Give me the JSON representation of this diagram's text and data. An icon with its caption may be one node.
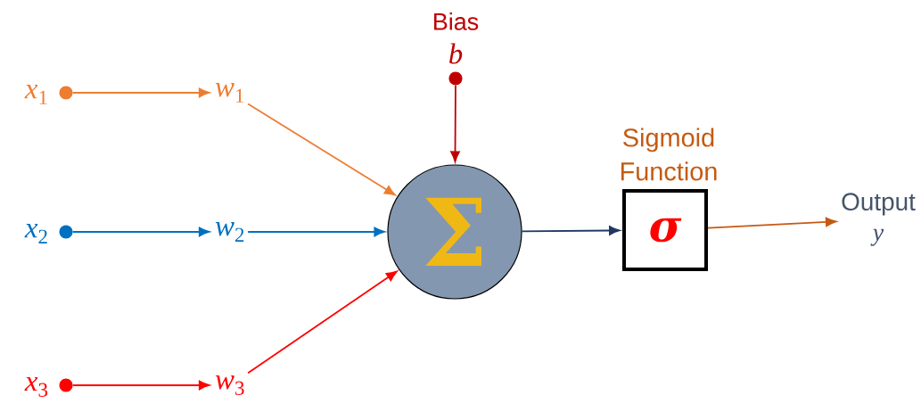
{
  "diagram": {
    "nodes": [
      {
        "text": [],
        "shape": "circle",
        "beside": [
          "*x*$_{1}$"
        ]
      },
      {
        "text": [],
        "shape": "circle",
        "beside": [
          "*x*$_{2}$"
        ]
      },
      {
        "text": [],
        "shape": "circle",
        "beside": [
          "*x*$_{3}$"
        ]
      },
      {
        "text": [
          "*w*$_{1}$"
        ]
      },
      {
        "text": [
          "*w*$_{2}$"
        ]
      },
      {
        "text": [
          "*w*$_{3}$"
        ]
      },
      {
        "text": [],
        "shape": "circle",
        "beside": [
          "Bias",
          "*b*"
        ]
      },
      {
        "text": [
          "Σ"
        ]
      },
      {
        "text": [
          "Sigmoid Function",
          "σ"
        ]
      },
      {
        "text": [
          "Output",
          "*y*"
        ]
      }
    ],
    "edges": [
      {
        "from": 0,
        "to": 3,
        "arrow": "to",
        "color": "#ed7d31"
      },
      {
        "from": 1,
        "to": 4,
        "arrow": "to",
        "color": "#0070c0"
      },
      {
        "from": 2,
        "to": 5,
        "arrow": "to",
        "color": "#ff0000"
      },
      {
        "from": 3,
        "to": 7,
        "arrow": "to",
        "color": "#ed7d31"
      },
      {
        "from": 4,
        "to": 7,
        "arrow": "to",
        "color": "#0070c0"
      },
      {
        "from": 5,
        "to": 7,
        "arrow": "to",
        "color": "#ff0000"
      },
      {
        "from": 6,
        "to": 7,
        "arrow": "to",
        "color": "#c00000"
      },
      {
        "from": 7,
        "to": 8,
        "arrow": "to",
        "color": "#1f3864"
      },
      {
        "from": 8,
        "to": 9,
        "arrow": "to",
        "color": "#c55a11"
      }
    ]
  }
}
